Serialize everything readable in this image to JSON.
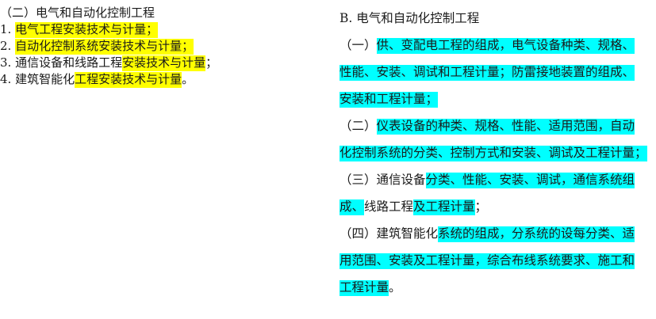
{
  "left": {
    "heading": "（二）电气和自动化控制工程",
    "items": [
      {
        "num": "1. ",
        "plain": "",
        "highlight": "电气工程安装技术与计量；",
        "tail": ""
      },
      {
        "num": "2. ",
        "plain": "",
        "highlight": "自动化控制系统安装技术与计量；",
        "tail": ""
      },
      {
        "num": "3. ",
        "plain": "通信设备和线路工程",
        "highlight": "安装技术与计量",
        "tail": "；"
      },
      {
        "num": "4. ",
        "plain": "建筑智能化",
        "highlight": "工程安装技术与计量",
        "tail": "。"
      }
    ],
    "highlight_color": "#ffff00"
  },
  "right": {
    "heading": "B. 电气和自动化控制工程",
    "lines": [
      {
        "plain": "（一）",
        "highlight": "供、变配电工程的组成，电气设备种类、规格、",
        "tail": ""
      },
      {
        "plain": "",
        "highlight": "性能、安装、调试和工程计量；防雷接地装置的组成、",
        "tail": ""
      },
      {
        "plain": "",
        "highlight": "安装和工程计量；",
        "tail": ""
      },
      {
        "plain": "（二）",
        "highlight": "仪表设备的种类、规格、性能、适用范围，自动",
        "tail": ""
      },
      {
        "plain": "",
        "highlight": "化控制系统的分类、控制方式和安装、调试及工程计量；",
        "tail": ""
      },
      {
        "plain": "（三）通信设备",
        "highlight": "分类、性能、安装、调试，通信系统组",
        "tail": ""
      },
      {
        "plain": "",
        "highlight": "成、",
        "tail": "线路工程",
        "highlight2": "及工程计量",
        "tail2": "；"
      },
      {
        "plain": "（四）建筑智能化",
        "highlight": "系统的组成，分系统的设每分类、适",
        "tail": ""
      },
      {
        "plain": "",
        "highlight": "用范围、安装及工程计量，综合布线系统要求、施工和",
        "tail": ""
      },
      {
        "plain": "",
        "highlight": "工程计量",
        "tail": "。"
      }
    ],
    "highlight_color": "#00ffff"
  }
}
